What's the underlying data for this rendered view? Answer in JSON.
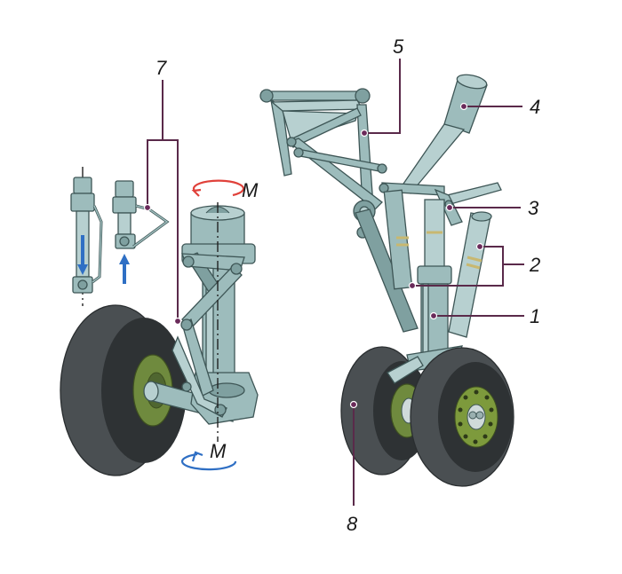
{
  "labels": {
    "l1": "1",
    "l2": "2",
    "l3": "3",
    "l4": "4",
    "l5": "5",
    "l7": "7",
    "l8": "8",
    "m_top": "M",
    "m_bottom": "M"
  },
  "colors": {
    "strut": "#9dbcbc",
    "tire": "#4a4f52",
    "hub": "#6f8a3e",
    "leader": "#5a2a4a",
    "arrow_red": "#e0413a",
    "arrow_blue": "#2f6fc4"
  }
}
